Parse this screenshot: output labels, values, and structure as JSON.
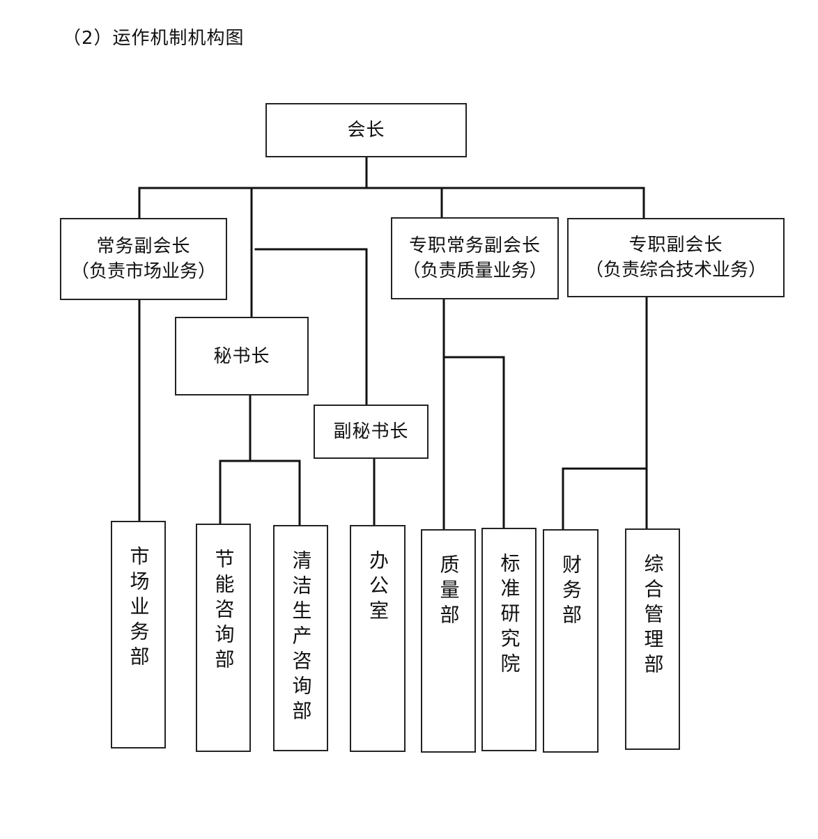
{
  "caption": "（2）运作机制机构图",
  "nodes": {
    "president": {
      "label": "会长"
    },
    "exec_vp": {
      "label": "常务副会长",
      "sub": "（负责市场业务）"
    },
    "fulltime_exec_vp": {
      "label": "专职常务副会长",
      "sub": "（负责质量业务）"
    },
    "fulltime_vp": {
      "label": "专职副会长",
      "sub": "（负责综合技术业务）"
    },
    "secretary_general": {
      "label": "秘书长"
    },
    "deputy_secretary_general": {
      "label": "副秘书长"
    },
    "market_dept": {
      "label": "市场业务部"
    },
    "energy_saving_dept": {
      "label": "节能咨询部"
    },
    "clean_production_dept": {
      "label": "清洁生产咨询部"
    },
    "office": {
      "label": "办公室"
    },
    "quality_dept": {
      "label": "质量部"
    },
    "standards_institute": {
      "label": "标准研究院"
    },
    "finance_dept": {
      "label": "财务部"
    },
    "general_mgmt_dept": {
      "label": "综合管理部"
    }
  }
}
